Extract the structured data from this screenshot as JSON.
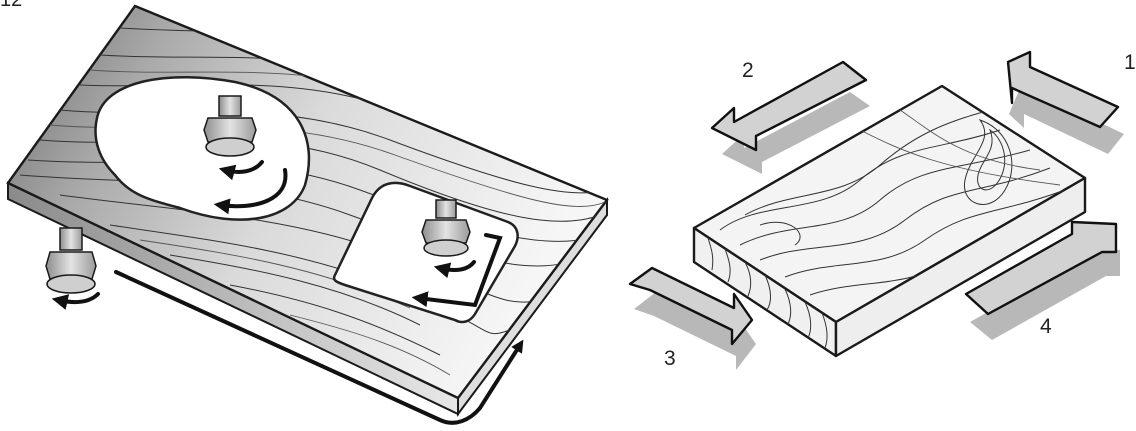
{
  "figure": {
    "number": "12"
  },
  "arrow_labels": [
    "1",
    "2",
    "3",
    "4"
  ],
  "icons": {
    "router_bits": [
      "router-bit-icon",
      "router-bit-icon",
      "router-bit-icon"
    ],
    "feed_arrows": [
      "feed-direction-arrow",
      "feed-direction-arrow"
    ]
  },
  "colors": {
    "outline": "#1a1a1a",
    "board_light": "#f4f4f4",
    "board_dark": "#7a7a7a",
    "arrow_fill": "#d2d2d2",
    "arrow_shadow": "#b8b8b8"
  }
}
